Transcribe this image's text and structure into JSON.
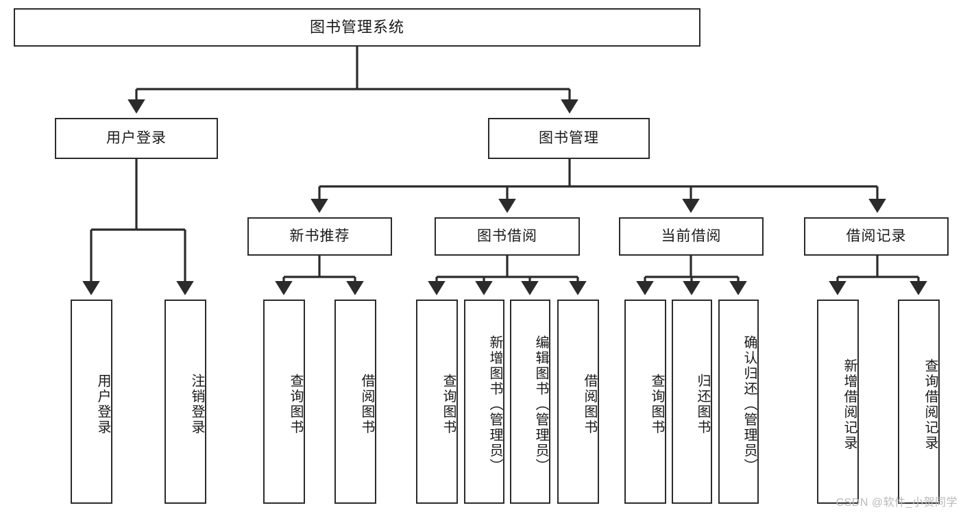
{
  "diagram": {
    "title": "图书管理系统",
    "type": "tree-hierarchy-functional-structure",
    "root": {
      "id": "root",
      "label": "图书管理系统"
    },
    "level2": [
      {
        "id": "user-login",
        "label": "用户登录"
      },
      {
        "id": "book-management",
        "label": "图书管理"
      }
    ],
    "level3": [
      {
        "id": "new-book-recommend",
        "label": "新书推荐",
        "parent": "book-management"
      },
      {
        "id": "book-borrow",
        "label": "图书借阅",
        "parent": "book-management"
      },
      {
        "id": "current-borrow",
        "label": "当前借阅",
        "parent": "book-management"
      },
      {
        "id": "borrow-record",
        "label": "借阅记录",
        "parent": "book-management"
      }
    ],
    "leaves": [
      {
        "id": "leaf-user-login",
        "label": "用户登录",
        "parent": "user-login"
      },
      {
        "id": "leaf-logout-login",
        "label": "注销登录",
        "parent": "user-login"
      },
      {
        "id": "leaf-query-book-1",
        "label": "查询图书",
        "parent": "new-book-recommend"
      },
      {
        "id": "leaf-borrow-book-1",
        "label": "借阅图书",
        "parent": "new-book-recommend"
      },
      {
        "id": "leaf-query-book-2",
        "label": "查询图书",
        "parent": "book-borrow"
      },
      {
        "id": "leaf-add-book",
        "label": "新增图书（管理员）",
        "parent": "book-borrow"
      },
      {
        "id": "leaf-edit-book",
        "label": "编辑图书（管理员）",
        "parent": "book-borrow"
      },
      {
        "id": "leaf-borrow-book-2",
        "label": "借阅图书",
        "parent": "book-borrow"
      },
      {
        "id": "leaf-query-book-3",
        "label": "查询图书",
        "parent": "current-borrow"
      },
      {
        "id": "leaf-return-book",
        "label": "归还图书",
        "parent": "current-borrow"
      },
      {
        "id": "leaf-confirm-return",
        "label": "确认归还（管理员）",
        "parent": "current-borrow"
      },
      {
        "id": "leaf-add-record",
        "label": "新增借阅记录",
        "parent": "borrow-record"
      },
      {
        "id": "leaf-query-record",
        "label": "查询借阅记录",
        "parent": "borrow-record"
      }
    ],
    "colors": {
      "background": "#ffffff",
      "box_fill": "#ffffff",
      "box_border": "#2b2b2b",
      "connector": "#2b2b2b",
      "text": "#1a1a1a",
      "watermark": "#b9b9b9"
    }
  },
  "watermark": {
    "text": "CSDN @软件_小贺同学"
  }
}
